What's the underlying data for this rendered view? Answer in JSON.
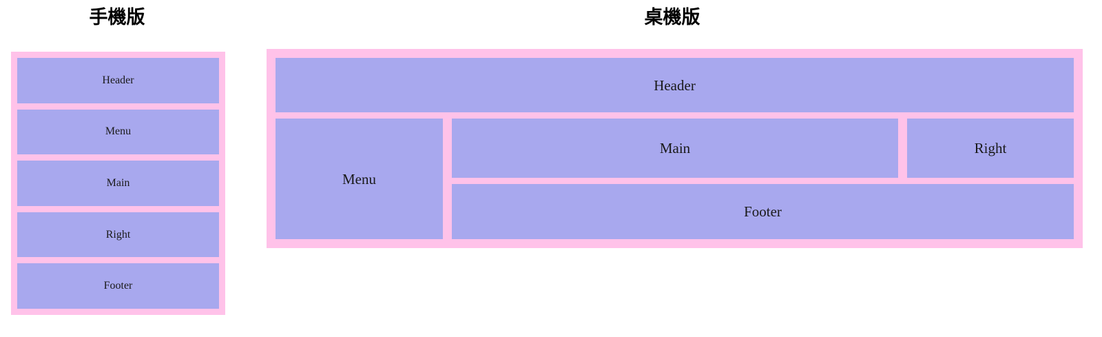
{
  "page": {
    "background_color": "#ffffff",
    "accent_border_color": "#ffc2e9",
    "panel_fill_color": "#a8a8ee",
    "text_color": "#1a1a1a"
  },
  "mobile": {
    "heading": "手機版",
    "panels": [
      {
        "label": "Header"
      },
      {
        "label": "Menu"
      },
      {
        "label": "Main"
      },
      {
        "label": "Right"
      },
      {
        "label": "Footer"
      }
    ]
  },
  "desktop": {
    "heading": "桌機版",
    "panels": {
      "header": "Header",
      "menu": "Menu",
      "main": "Main",
      "right": "Right",
      "footer": "Footer"
    }
  }
}
